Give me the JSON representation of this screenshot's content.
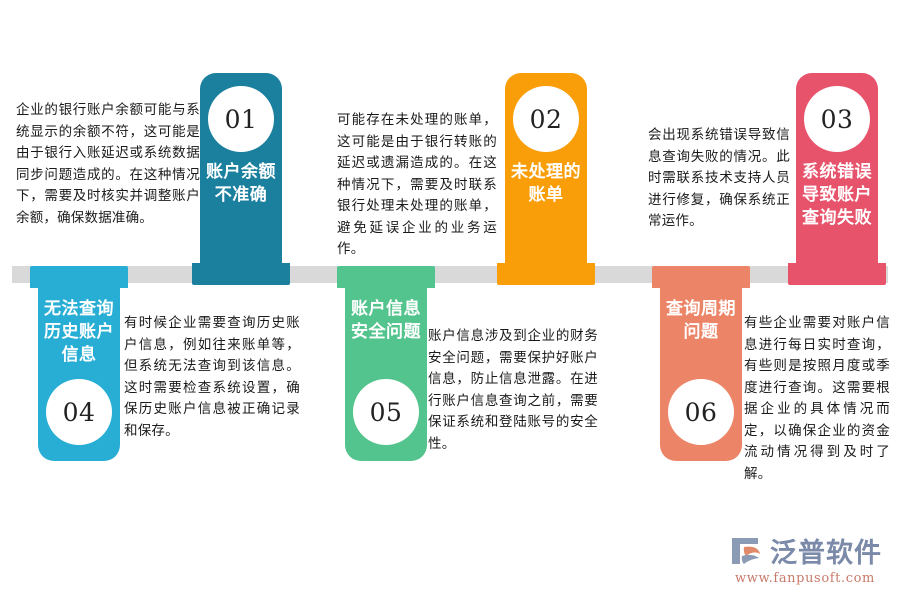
{
  "page": {
    "background_color": "#ffffff",
    "rail_color": "#d9d9d9"
  },
  "items": [
    {
      "number": "01",
      "title": "账户余额不准确",
      "color": "#1b7f9e",
      "position": "top",
      "text": " 企业的银行账户余额可能与系统显示的余额不符，这可能是由于银行入账延迟或系统数据同步问题造成的。在这种情况下，需要及时核实并调整账户余额，确保数据准确。"
    },
    {
      "number": "02",
      "title": "未处理的账单",
      "color": "#f99d09",
      "position": "top",
      "text": "可能存在未处理的账单，这可能是由于银行转账的延迟或遗漏造成的。在这种情况下，需要及时联系银行处理未处理的账单，避免延误企业的业务运作。"
    },
    {
      "number": "03",
      "title": "系统错误导致账户查询失败",
      "color": "#e8536c",
      "position": "top",
      "text": "会出现系统错误导致信息查询失败的情况。此时需联系技术支持人员进行修复，确保系统正常运作。"
    },
    {
      "number": "04",
      "title": "无法查询历史账户信息",
      "color": "#28aed5",
      "position": "bottom",
      "text": "有时候企业需要查询历史账户信息，例如往来账单等，但系统无法查询到该信息。这时需要检查系统设置，确保历史账户信息被正确记录和保存。"
    },
    {
      "number": "05",
      "title": "账户信息安全问题",
      "color": "#54c48e",
      "position": "bottom",
      "text": "账户信息涉及到企业的财务安全问题，需要保护好账户信息，防止信息泄露。在进行账户信息查询之前，需要保证系统和登陆账号的安全性。"
    },
    {
      "number": "06",
      "title": "查询周期问题",
      "color": "#ec8567",
      "position": "bottom",
      "text": "有些企业需要对账户信息进行每日实时查询，有些则是按照月度或季度进行查询。这需要根据企业的具体情况而定，以确保企业的资金流动情况得到及时了解。"
    }
  ],
  "watermark": {
    "brand": "泛普软件",
    "url": "www.fanpusoft.com",
    "brand_color": "#7a8aa8",
    "url_color": "#c9796a"
  }
}
